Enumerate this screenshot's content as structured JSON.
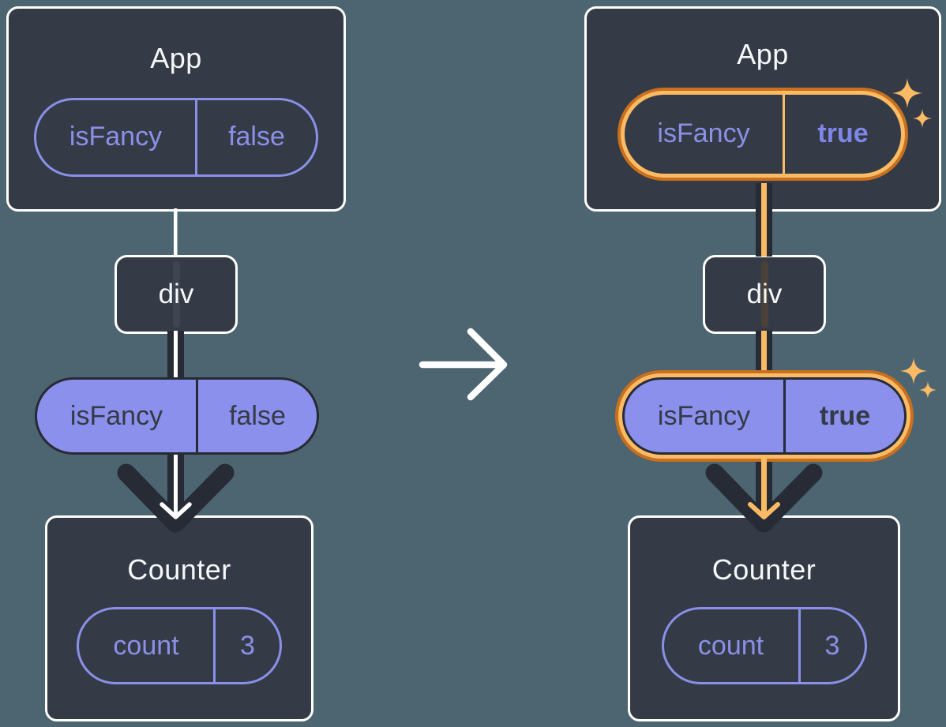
{
  "diagram": {
    "before": {
      "app": {
        "title": "App",
        "prop": {
          "key": "isFancy",
          "value": "false"
        }
      },
      "div_node": {
        "label": "div"
      },
      "passed_prop": {
        "key": "isFancy",
        "value": "false"
      },
      "counter": {
        "title": "Counter",
        "state": {
          "key": "count",
          "value": "3"
        }
      }
    },
    "after": {
      "app": {
        "title": "App",
        "prop": {
          "key": "isFancy",
          "value": "true"
        }
      },
      "div_node": {
        "label": "div"
      },
      "passed_prop": {
        "key": "isFancy",
        "value": "true"
      },
      "counter": {
        "title": "Counter",
        "state": {
          "key": "count",
          "value": "3"
        }
      }
    },
    "icons": {
      "transition_arrow": "right-arrow",
      "sparkles": "sparkle-icon",
      "flow_arrows": "down-arrow"
    },
    "colors": {
      "background": "#4C6570",
      "card": "#343B46",
      "card_border": "#FFFFFF",
      "purple_accent": "#8A90E8",
      "purple_fill": "#8B90EC",
      "purple_bold_text": "#7E86E8",
      "arrow_dark": "#262B35",
      "highlight_orange": "#FABB64",
      "highlight_orange_dark": "#C8701E"
    }
  }
}
